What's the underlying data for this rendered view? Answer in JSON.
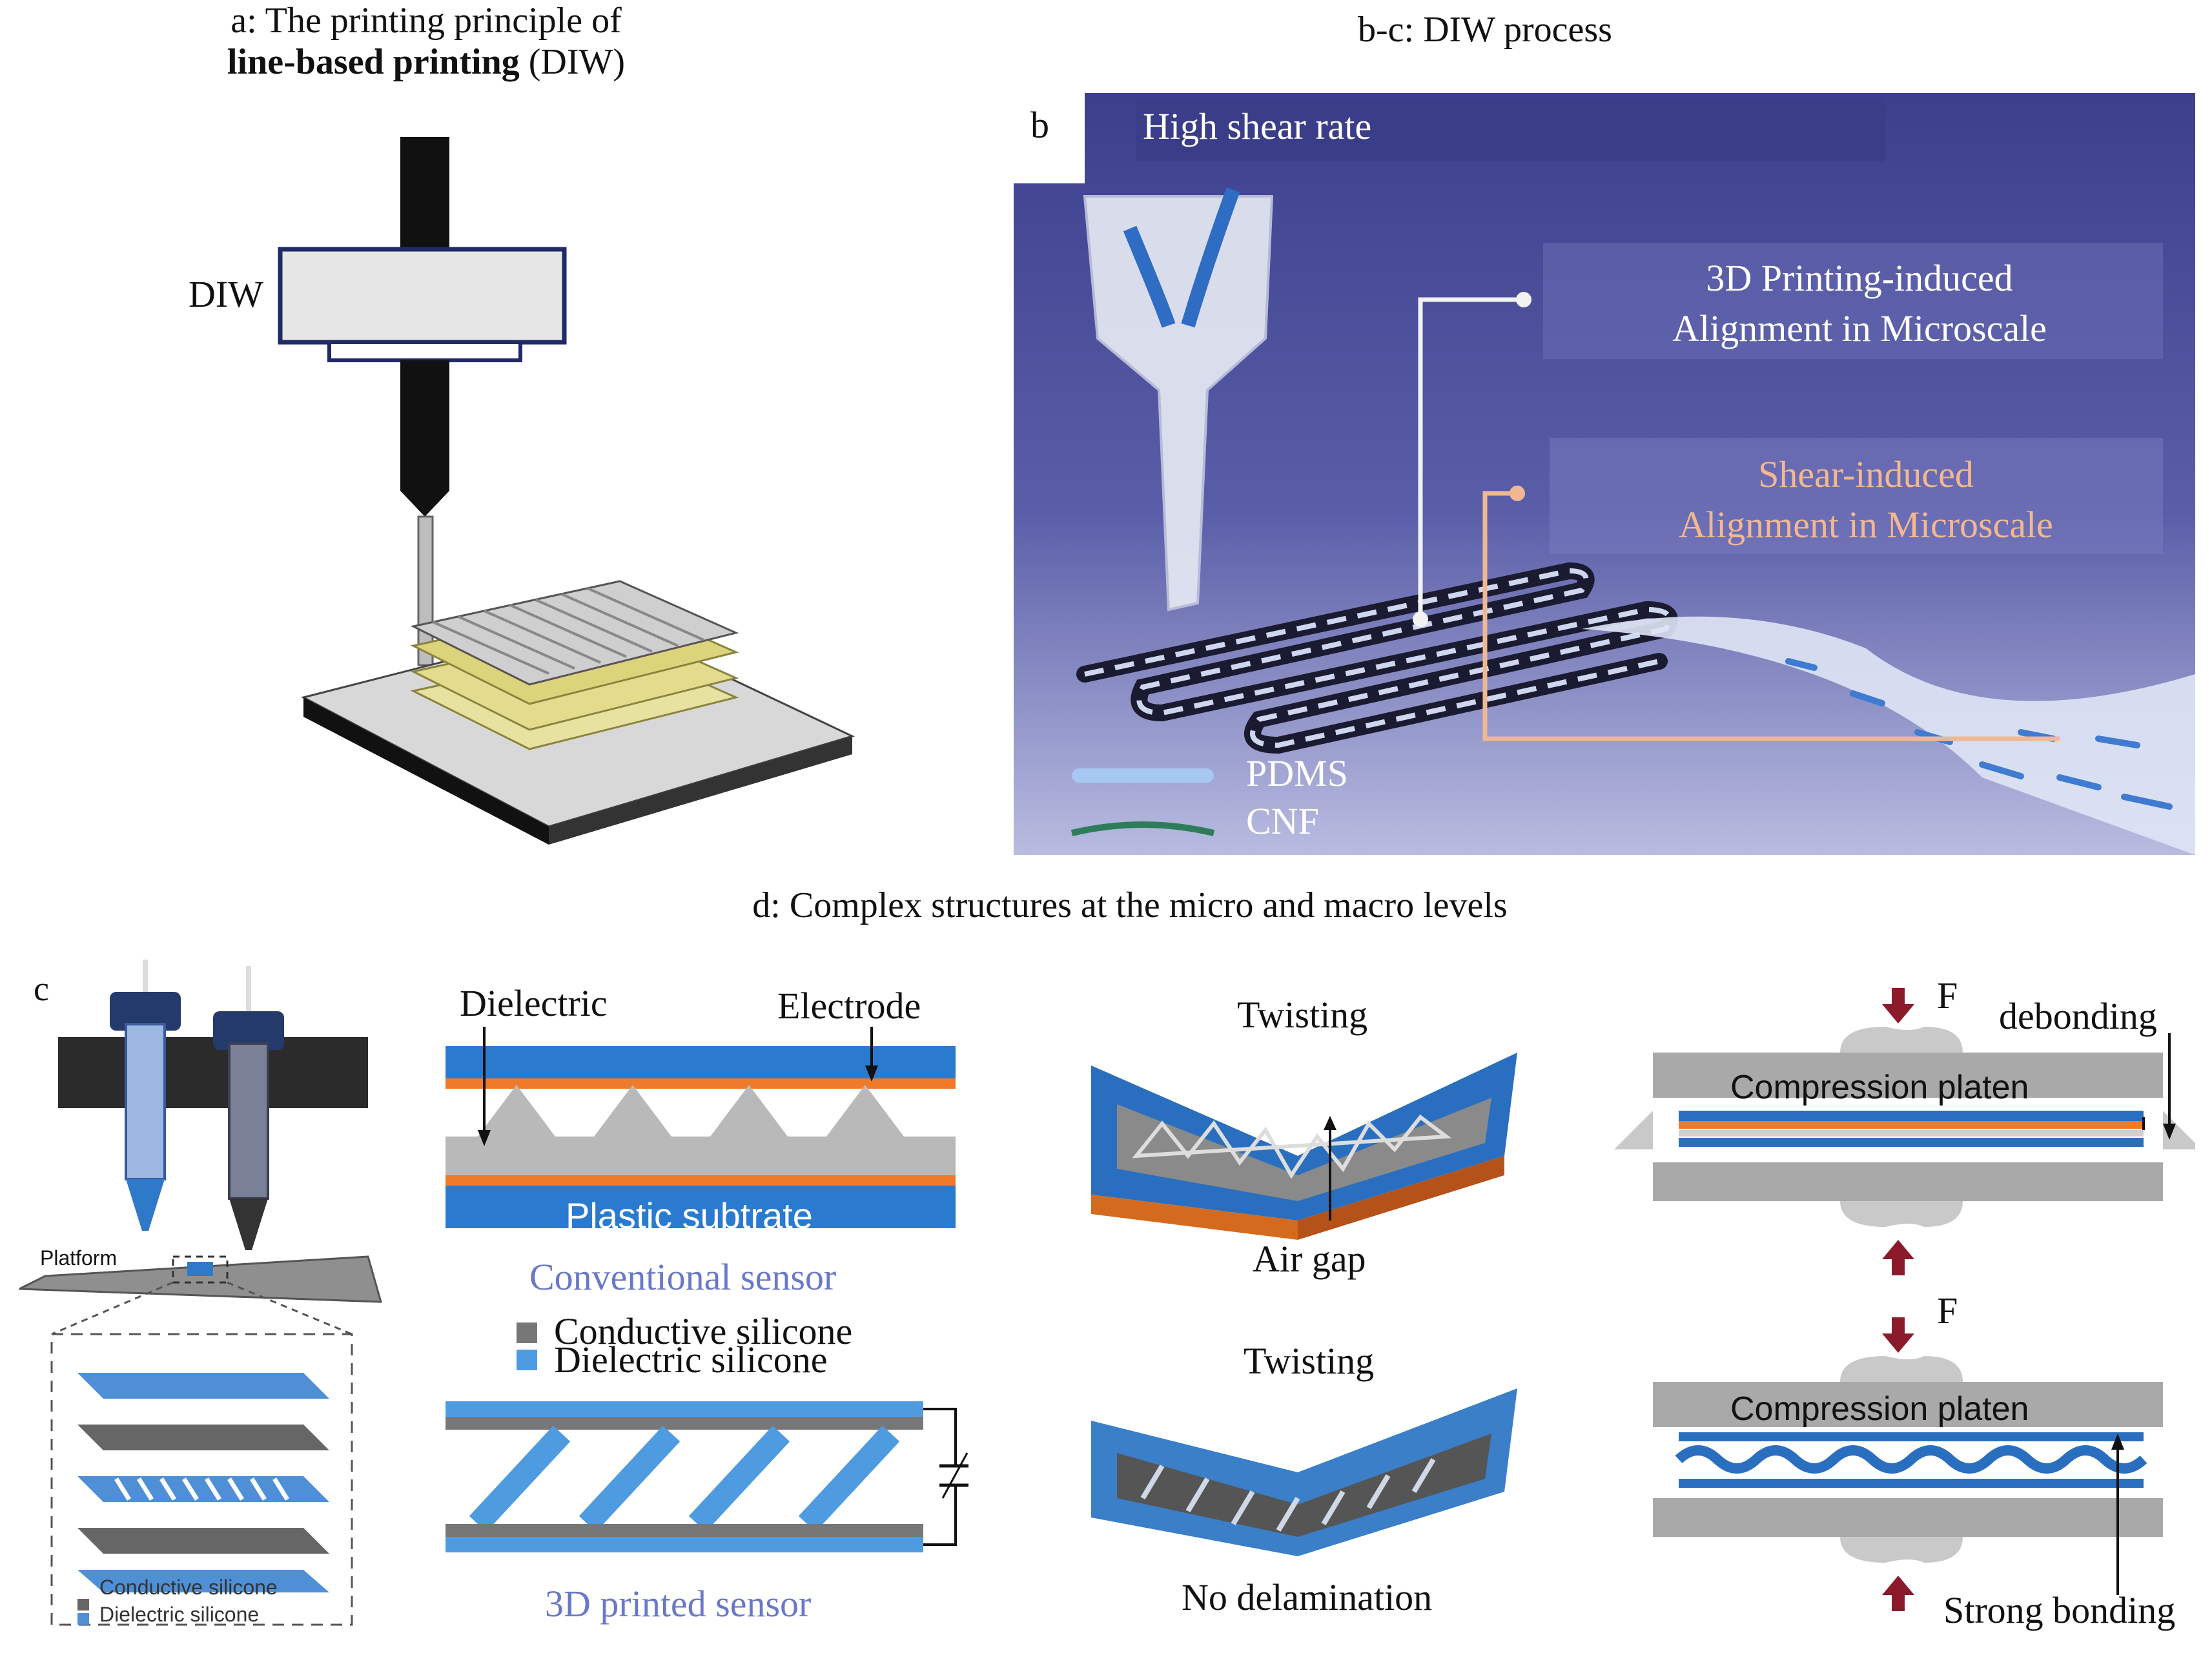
{
  "panel_a": {
    "caption_line1": "a: The printing principle of",
    "caption_bold": "line-based printing",
    "caption_rest": " (DIW)",
    "diw_label": "DIW"
  },
  "panel_b": {
    "caption": "b-c: DIW process",
    "letter": "b",
    "high_shear": "High shear rate",
    "printing_align_1": "3D Printing-induced",
    "printing_align_2": "Alignment in Microscale",
    "shear_align_1": "Shear-induced",
    "shear_align_2": "Alignment in Microscale",
    "legend_pdms": "PDMS",
    "legend_cnf": "CNF"
  },
  "panel_d": {
    "caption": "d: Complex structures at the micro and macro levels",
    "letter_c": "c",
    "platform": "Platform",
    "legend_conductive": "Conductive silicone",
    "legend_dielectric": "Dielectric silicone",
    "dielectric": "Dielectric",
    "electrode": "Electrode",
    "plastic_substrate": "Plastic subtrate",
    "conventional_sensor": "Conventional sensor",
    "conductive_silicone": "Conductive silicone",
    "dielectric_silicone": "Dielectric silicone",
    "printed_sensor": "3D printed sensor",
    "twisting_1": "Twisting",
    "air_gap": "Air gap",
    "twisting_2": "Twisting",
    "no_delamination": "No delamination",
    "force_1": "F",
    "debonding": "debonding",
    "compression_1": "Compression platen",
    "force_2": "F",
    "compression_2": "Compression platen",
    "strong_bonding": "Strong bonding"
  }
}
